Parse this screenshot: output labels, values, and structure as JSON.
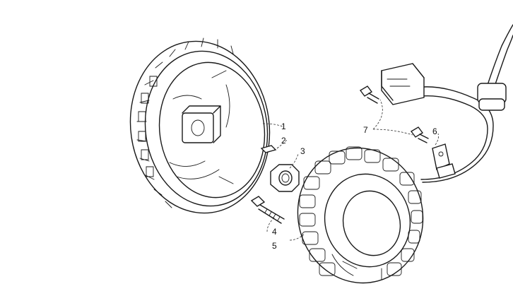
{
  "parts": [
    {
      "id": "1",
      "name": "flywheel"
    },
    {
      "id": "2",
      "name": "key"
    },
    {
      "id": "3",
      "name": "nut"
    },
    {
      "id": "4",
      "name": "bolt"
    },
    {
      "id": "5",
      "name": "stator"
    },
    {
      "id": "6",
      "name": "bracket"
    },
    {
      "id": "7",
      "name": "screw"
    }
  ],
  "callouts": {
    "c1": "1",
    "c2": "2",
    "c3": "3",
    "c4": "4",
    "c5": "5",
    "c6": "6",
    "c7": "7"
  }
}
